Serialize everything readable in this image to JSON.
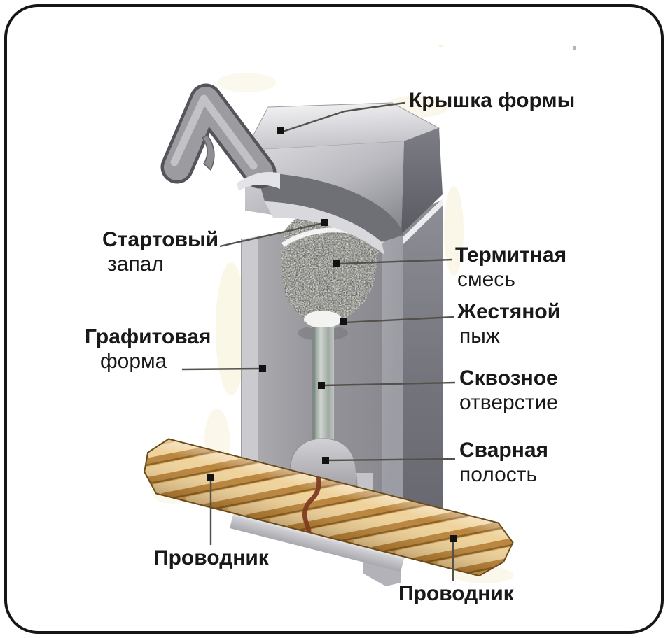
{
  "diagram": {
    "labels": {
      "cover": {
        "title": "Крышка формы"
      },
      "starter_fuse": {
        "title": "Стартовый",
        "subtitle": "запал"
      },
      "thermite_mix": {
        "title": "Термитная",
        "subtitle": "смесь"
      },
      "tin_wad": {
        "title": "Жестяной",
        "subtitle": "пыж"
      },
      "graphite_mold": {
        "title": "Графитовая",
        "subtitle": "форма"
      },
      "through_hole": {
        "title": "Сквозное",
        "subtitle": "отверстие"
      },
      "weld_cavity": {
        "title": "Сварная",
        "subtitle": "полость"
      },
      "conductor_left": {
        "title": "Проводник"
      },
      "conductor_right": {
        "title": "Проводник"
      }
    },
    "colors": {
      "frame_border": "#161616",
      "background": "#ffffff",
      "leader_line": "#55504a",
      "marker_dot": "#121212",
      "mold_light": "#d4d4d8",
      "mold_mid": "#9a9a9f",
      "mold_dark": "#63636a",
      "thermite_base": "#d6d6d0",
      "thermite_speck": "#84847c",
      "conductor_light": "#efd29b",
      "conductor_mid": "#d7a75d",
      "conductor_dark": "#8a5e22",
      "conductor_crack": "#7e3b22",
      "smudge": "#f6f0d2"
    }
  }
}
